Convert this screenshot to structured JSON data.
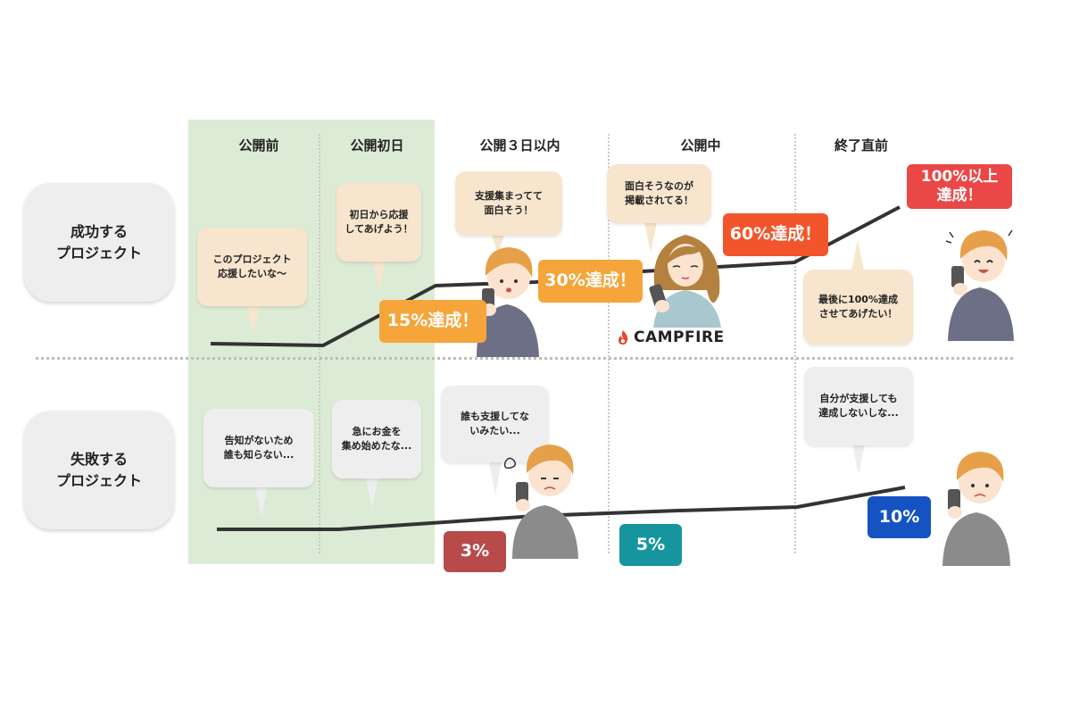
{
  "columns": [
    {
      "label": "公開前"
    },
    {
      "label": "公開初日"
    },
    {
      "label": "公開３日以内"
    },
    {
      "label": "公開中"
    },
    {
      "label": "終了直前"
    }
  ],
  "rows": {
    "success": "成功する\nプロジェクト",
    "failure": "失敗する\nプロジェクト"
  },
  "success_bubbles": [
    "このプロジェクト\n応援したいな〜",
    "初日から応援\nしてあげよう！",
    "支援集まってて\n面白そう！",
    "面白そうなのが\n掲載されてる！",
    "最後に100%達成\nさせてあげたい！"
  ],
  "failure_bubbles": [
    "告知がないため\n誰も知らない...",
    "急にお金を\n集め始めたな...",
    "誰も支援してな\nいみたい...",
    "自分が支援しても\n達成しないしな..."
  ],
  "success_badges": [
    {
      "label": "15%達成！",
      "color": "#f5a53a"
    },
    {
      "label": "30%達成！",
      "color": "#f5a53a"
    },
    {
      "label": "60%達成！",
      "color": "#f2552c"
    },
    {
      "label": "100%以上\n達成！",
      "color": "#ea4747"
    }
  ],
  "failure_badges": [
    {
      "label": "3%",
      "color": "#b94a4a"
    },
    {
      "label": "5%",
      "color": "#16959f"
    },
    {
      "label": "10%",
      "color": "#1553c2"
    }
  ],
  "brand": {
    "name": "CAMPFIRE",
    "icon": "flame-icon",
    "color": "#e8442e"
  },
  "colors": {
    "green_band": "#dcebd5",
    "line": "#333333"
  }
}
